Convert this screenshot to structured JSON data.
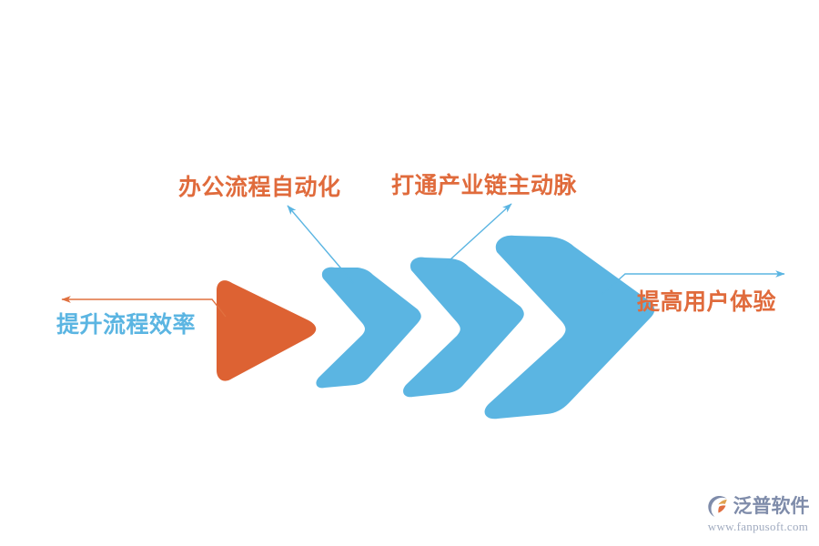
{
  "diagram": {
    "title_text": "",
    "background_color": "#ffffff",
    "palette": {
      "orange": "#DD6233",
      "orange_text": "#E06B3C",
      "blue": "#5BB5E2",
      "blue_text": "#5BB5E2",
      "leader_blue": "#5BB5E2",
      "leader_orange": "#E0703F"
    },
    "shapes": [
      {
        "name": "orange-arrow",
        "kind": "triangle-arrow",
        "color": "#DD6233",
        "order": 1
      },
      {
        "name": "blue-chevron-1",
        "kind": "chevron-arrow",
        "color": "#5BB5E2",
        "order": 2
      },
      {
        "name": "blue-chevron-2",
        "kind": "chevron-arrow",
        "color": "#5BB5E2",
        "order": 3
      },
      {
        "name": "blue-chevron-3",
        "kind": "chevron-arrow",
        "color": "#5BB5E2",
        "order": 4
      }
    ],
    "callouts": [
      {
        "id": "stage1",
        "label": "提升流程效率",
        "color": "#5BB5E2",
        "leader_color": "#E0703F",
        "leader_direction": "left",
        "attached_shape": "orange-arrow"
      },
      {
        "id": "stage2",
        "label": "办公流程自动化",
        "color": "#E06B3C",
        "leader_color": "#5BB5E2",
        "leader_direction": "up-left",
        "attached_shape": "blue-chevron-1"
      },
      {
        "id": "stage3",
        "label": "打通产业链主动脉",
        "color": "#E06B3C",
        "leader_color": "#5BB5E2",
        "leader_direction": "up-right",
        "attached_shape": "blue-chevron-2"
      },
      {
        "id": "stage4",
        "label": "提高用户体验",
        "color": "#E06B3C",
        "leader_color": "#5BB5E2",
        "leader_direction": "right",
        "attached_shape": "blue-chevron-3"
      }
    ]
  },
  "watermark": {
    "brand_name": "泛普软件",
    "url": "www.fanpusoft.com",
    "icon": "fanpu-logo-icon",
    "text_color": "#7B89A8",
    "url_color": "#9EA9BE"
  }
}
